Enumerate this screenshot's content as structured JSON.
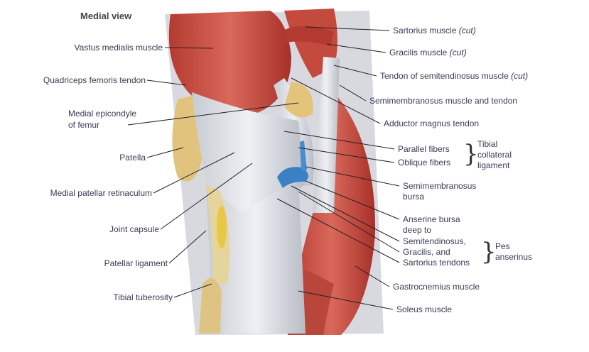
{
  "title": "Medial view",
  "left_labels": [
    "Vastus medialis muscle",
    "Quadriceps femoris tendon",
    "Medial epicondyle",
    "of femur",
    "Patella",
    "Medial patellar retinaculum",
    "Joint capsule",
    "Patellar ligament",
    "Tibial tuberosity"
  ],
  "right_labels": {
    "sartorius": "Sartorius muscle",
    "sartorius_cut": "(cut)",
    "gracilis": "Gracilis muscle",
    "gracilis_cut": "(cut)",
    "semitendinosus": "Tendon of semitendinosus muscle",
    "semitendinosus_cut": "(cut)",
    "semimembranosus": "Semimembranosus muscle and tendon",
    "adductor": "Adductor magnus tendon",
    "parallel": "Parallel fibers",
    "oblique": "Oblique fibers",
    "tcl": [
      "Tibial",
      "collateral",
      "ligament"
    ],
    "smbursa": [
      "Semimembranosus",
      "bursa"
    ],
    "anserine": [
      "Anserine bursa",
      "deep to",
      "Semitendinosus,",
      "Gracilis, and",
      "Sartorius tendons"
    ],
    "pes": [
      "Pes",
      "anserinus"
    ],
    "gastrocnemius": "Gastrocnemius muscle",
    "soleus": "Soleus muscle"
  },
  "colors": {
    "muscle": "#c8483c",
    "tendon": "#dcdde3",
    "bone": "#e0c27a",
    "bursa": "#3b7fc4",
    "text": "#3b3a55"
  }
}
